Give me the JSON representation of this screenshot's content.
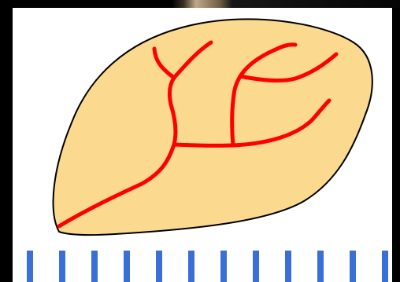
{
  "colors": {
    "frame": "#000000",
    "panel": "#ffffff",
    "shape_fill": "#fbd98e",
    "shape_stroke": "#000000",
    "branch_lines": "#ff0000",
    "bottom_bars": "#3a6fd8"
  },
  "diagram": {
    "shape": "irregular closed outline",
    "branches": 6,
    "bottom_bar_count": 12
  }
}
